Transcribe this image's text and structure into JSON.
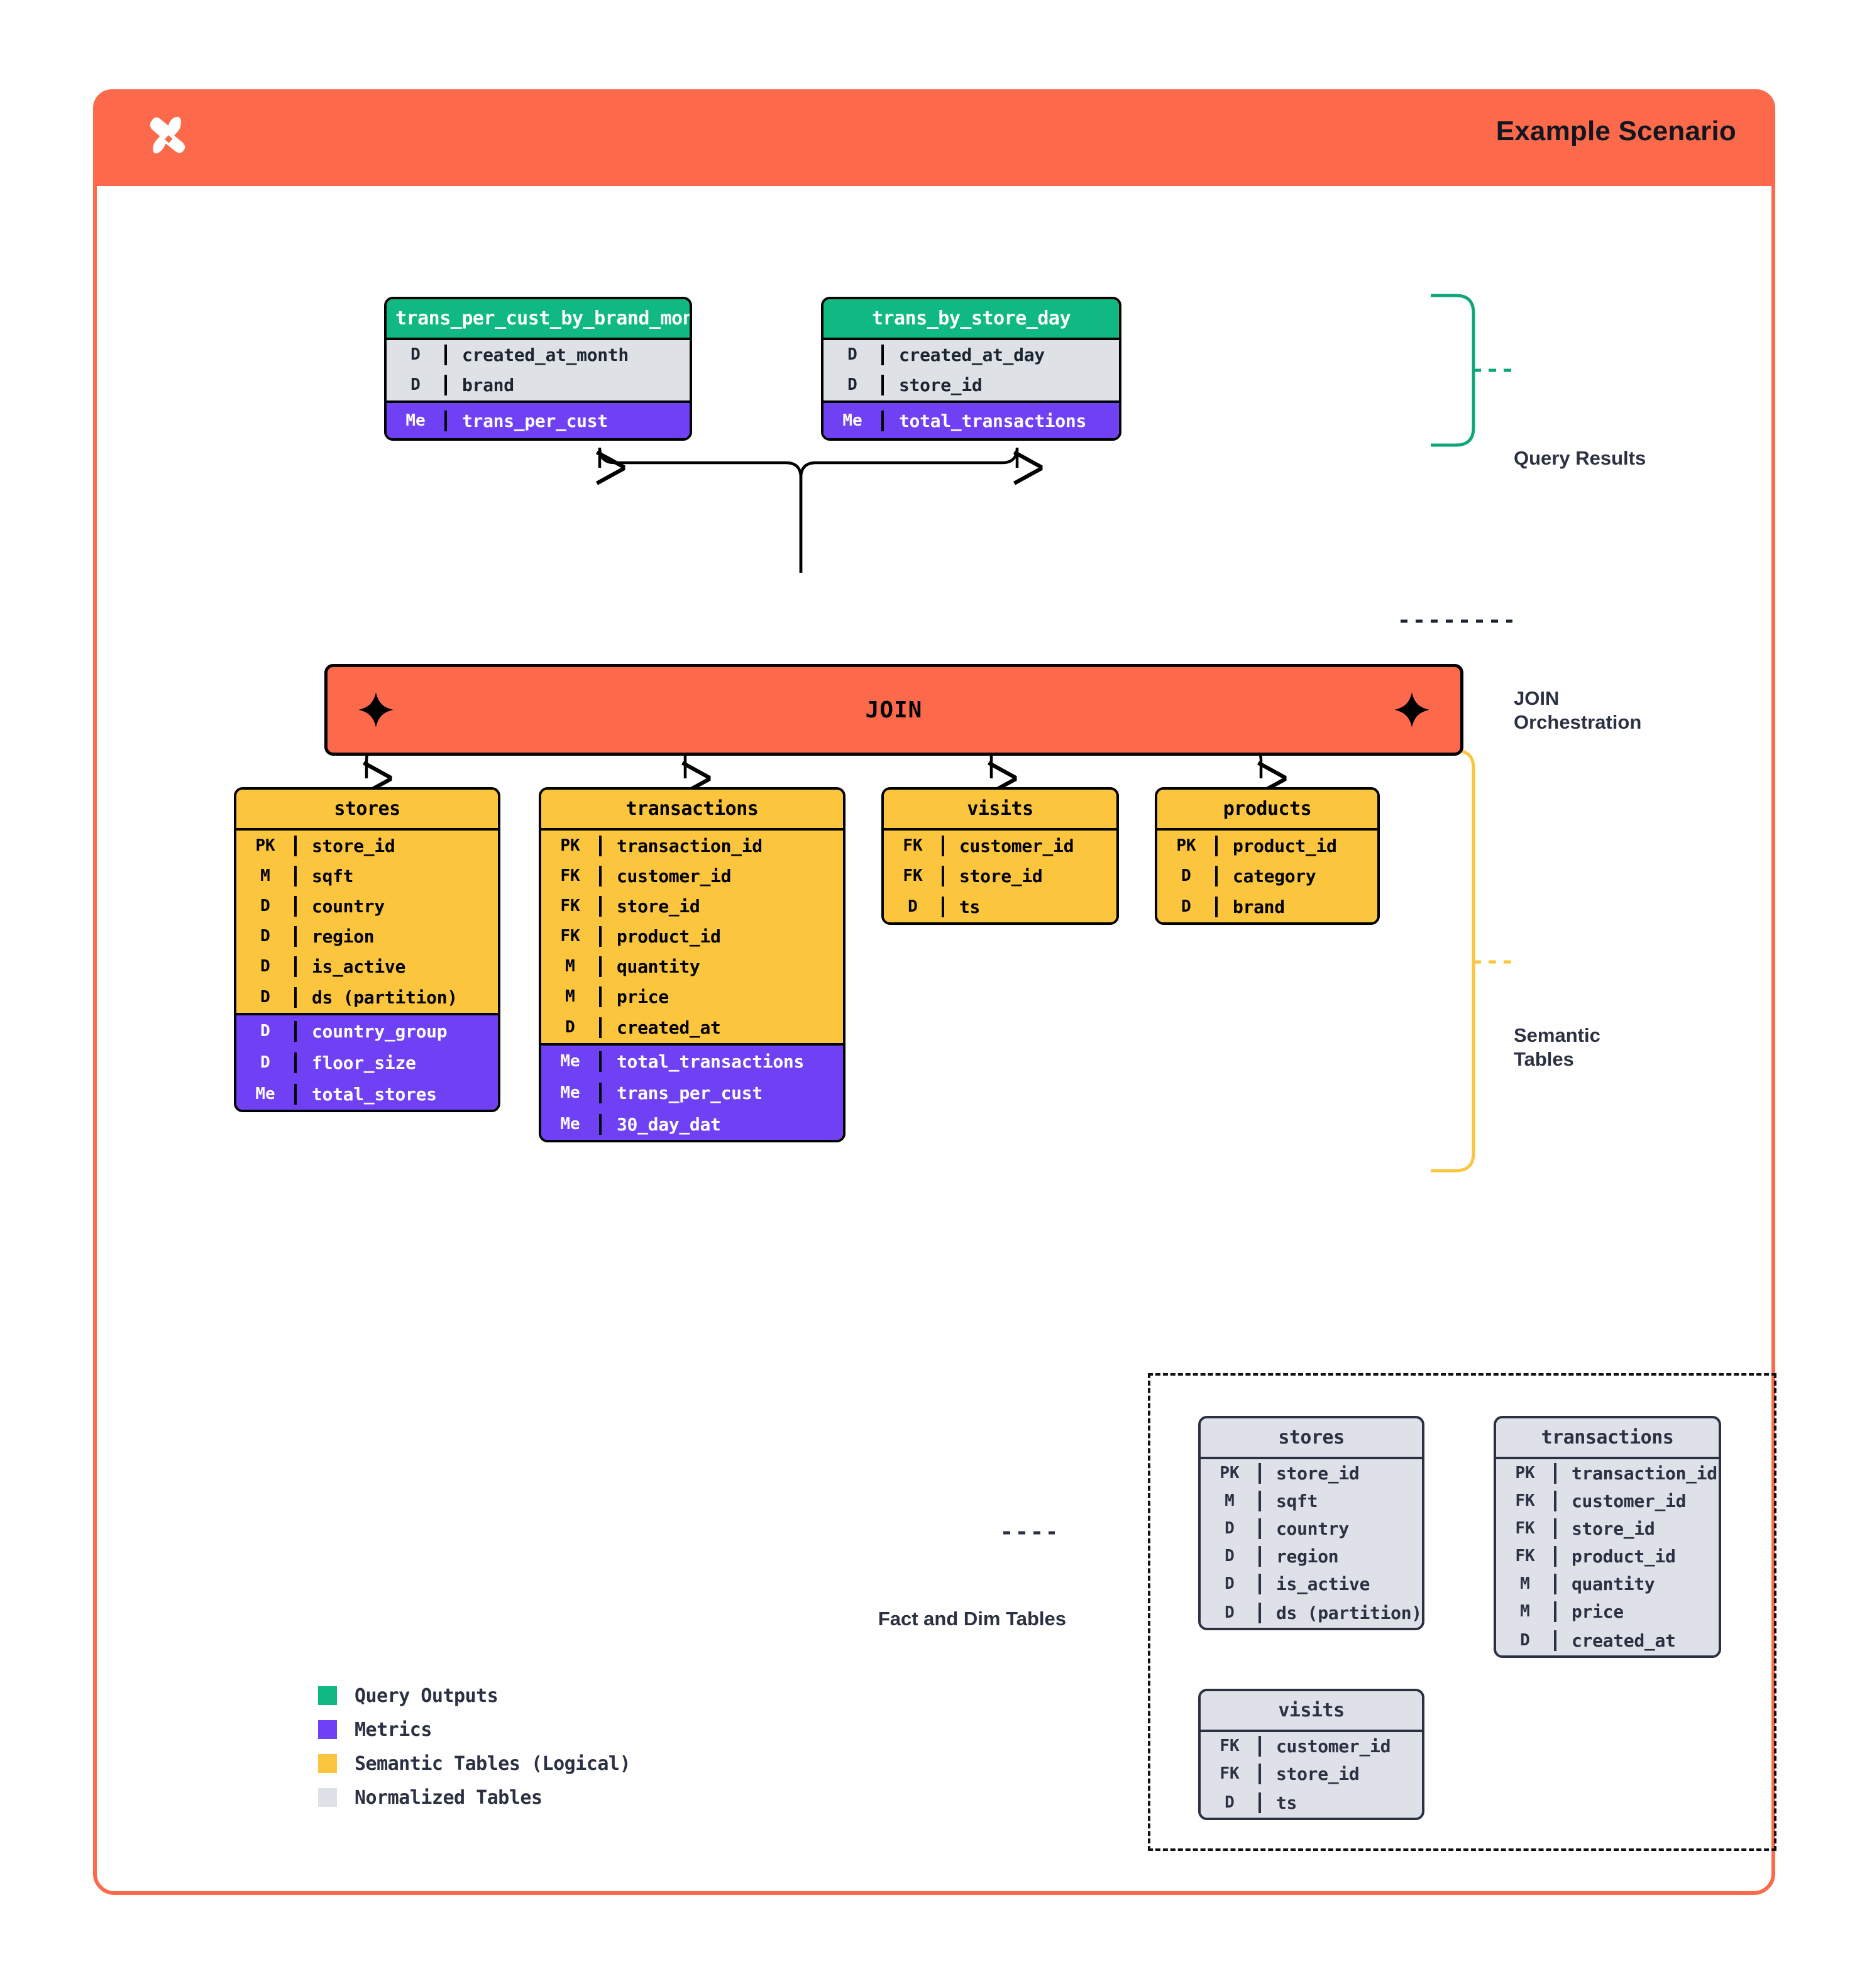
{
  "header": {
    "title": "Example Scenario",
    "logo_icon": "sparkle-logo-icon",
    "background": "#FC6A4B"
  },
  "colors": {
    "query_outputs": "#10B981",
    "metrics": "#7040F5",
    "semantic_tables": "#FBC53D",
    "normalized_tables": "#DEE2E8",
    "accent": "#FC6A4B",
    "text_dark": "#2B3142"
  },
  "query_results": {
    "annotation": "Query Results",
    "tables": [
      {
        "name": "trans_per_cust_by_brand_month",
        "fields": [
          {
            "key": "D",
            "value": "created_at_month"
          },
          {
            "key": "D",
            "value": "brand"
          }
        ],
        "metrics": [
          {
            "key": "Me",
            "value": "trans_per_cust"
          }
        ]
      },
      {
        "name": "trans_by_store_day",
        "fields": [
          {
            "key": "D",
            "value": "created_at_day"
          },
          {
            "key": "D",
            "value": "store_id"
          }
        ],
        "metrics": [
          {
            "key": "Me",
            "value": "total_transactions"
          }
        ]
      }
    ]
  },
  "join": {
    "label": "JOIN",
    "annotation_line1": "JOIN",
    "annotation_line2": "Orchestration",
    "left_icon": "sparkle-diamond-icon",
    "right_icon": "sparkle-diamond-icon"
  },
  "semantic_tables": {
    "annotation_line1": "Semantic",
    "annotation_line2": "Tables",
    "tables": [
      {
        "name": "stores",
        "fields": [
          {
            "key": "PK",
            "value": "store_id"
          },
          {
            "key": "M",
            "value": "sqft"
          },
          {
            "key": "D",
            "value": "country"
          },
          {
            "key": "D",
            "value": "region"
          },
          {
            "key": "D",
            "value": "is_active"
          },
          {
            "key": "D",
            "value": "ds (partition)"
          }
        ],
        "metrics": [
          {
            "key": "D",
            "value": "country_group"
          },
          {
            "key": "D",
            "value": "floor_size"
          },
          {
            "key": "Me",
            "value": "total_stores"
          }
        ]
      },
      {
        "name": "transactions",
        "fields": [
          {
            "key": "PK",
            "value": "transaction_id"
          },
          {
            "key": "FK",
            "value": "customer_id"
          },
          {
            "key": "FK",
            "value": "store_id"
          },
          {
            "key": "FK",
            "value": "product_id"
          },
          {
            "key": "M",
            "value": "quantity"
          },
          {
            "key": "M",
            "value": "price"
          },
          {
            "key": "D",
            "value": "created_at"
          }
        ],
        "metrics": [
          {
            "key": "Me",
            "value": "total_transactions"
          },
          {
            "key": "Me",
            "value": "trans_per_cust"
          },
          {
            "key": "Me",
            "value": "30_day_dat"
          }
        ]
      },
      {
        "name": "visits",
        "fields": [
          {
            "key": "FK",
            "value": "customer_id"
          },
          {
            "key": "FK",
            "value": "store_id"
          },
          {
            "key": "D",
            "value": "ts"
          }
        ],
        "metrics": []
      },
      {
        "name": "products",
        "fields": [
          {
            "key": "PK",
            "value": "product_id"
          },
          {
            "key": "D",
            "value": "category"
          },
          {
            "key": "D",
            "value": "brand"
          }
        ],
        "metrics": []
      }
    ]
  },
  "fact_dim": {
    "annotation": "Fact and Dim Tables",
    "tables": [
      {
        "name": "stores",
        "fields": [
          {
            "key": "PK",
            "value": "store_id"
          },
          {
            "key": "M",
            "value": "sqft"
          },
          {
            "key": "D",
            "value": "country"
          },
          {
            "key": "D",
            "value": "region"
          },
          {
            "key": "D",
            "value": "is_active"
          },
          {
            "key": "D",
            "value": "ds (partition)"
          }
        ]
      },
      {
        "name": "transactions",
        "fields": [
          {
            "key": "PK",
            "value": "transaction_id"
          },
          {
            "key": "FK",
            "value": "customer_id"
          },
          {
            "key": "FK",
            "value": "store_id"
          },
          {
            "key": "FK",
            "value": "product_id"
          },
          {
            "key": "M",
            "value": "quantity"
          },
          {
            "key": "M",
            "value": "price"
          },
          {
            "key": "D",
            "value": "created_at"
          }
        ]
      },
      {
        "name": "visits",
        "fields": [
          {
            "key": "FK",
            "value": "customer_id"
          },
          {
            "key": "FK",
            "value": "store_id"
          },
          {
            "key": "D",
            "value": "ts"
          }
        ]
      }
    ]
  },
  "legend": {
    "items": [
      {
        "label": "Query Outputs",
        "color": "#10B981"
      },
      {
        "label": "Metrics",
        "color": "#7040F5"
      },
      {
        "label": "Semantic Tables (Logical)",
        "color": "#FBC53D"
      },
      {
        "label": "Normalized Tables",
        "color": "#DEE2E8"
      }
    ]
  }
}
